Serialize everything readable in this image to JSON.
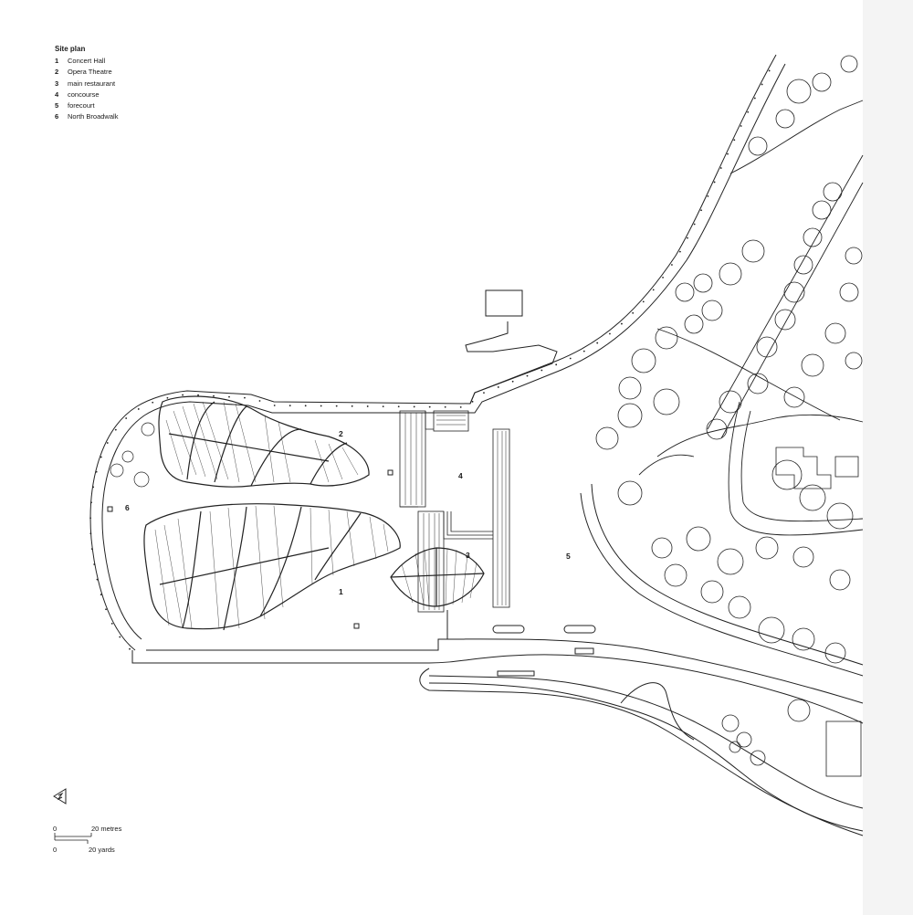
{
  "legend": {
    "title": "Site plan",
    "items": [
      {
        "num": "1",
        "label": "Concert Hall"
      },
      {
        "num": "2",
        "label": "Opera Theatre"
      },
      {
        "num": "3",
        "label": "main restaurant"
      },
      {
        "num": "4",
        "label": "concourse"
      },
      {
        "num": "5",
        "label": "forecourt"
      },
      {
        "num": "6",
        "label": "North Broadwalk"
      }
    ]
  },
  "plan_labels": {
    "l1": "1",
    "l2": "2",
    "l3": "3",
    "l4": "4",
    "l5": "5",
    "l6": "6"
  },
  "scale": {
    "metric_start": "0",
    "metric_end": "20 metres",
    "imperial_start": "0",
    "imperial_end": "20 yards"
  },
  "north_icon": "north-arrow-icon"
}
